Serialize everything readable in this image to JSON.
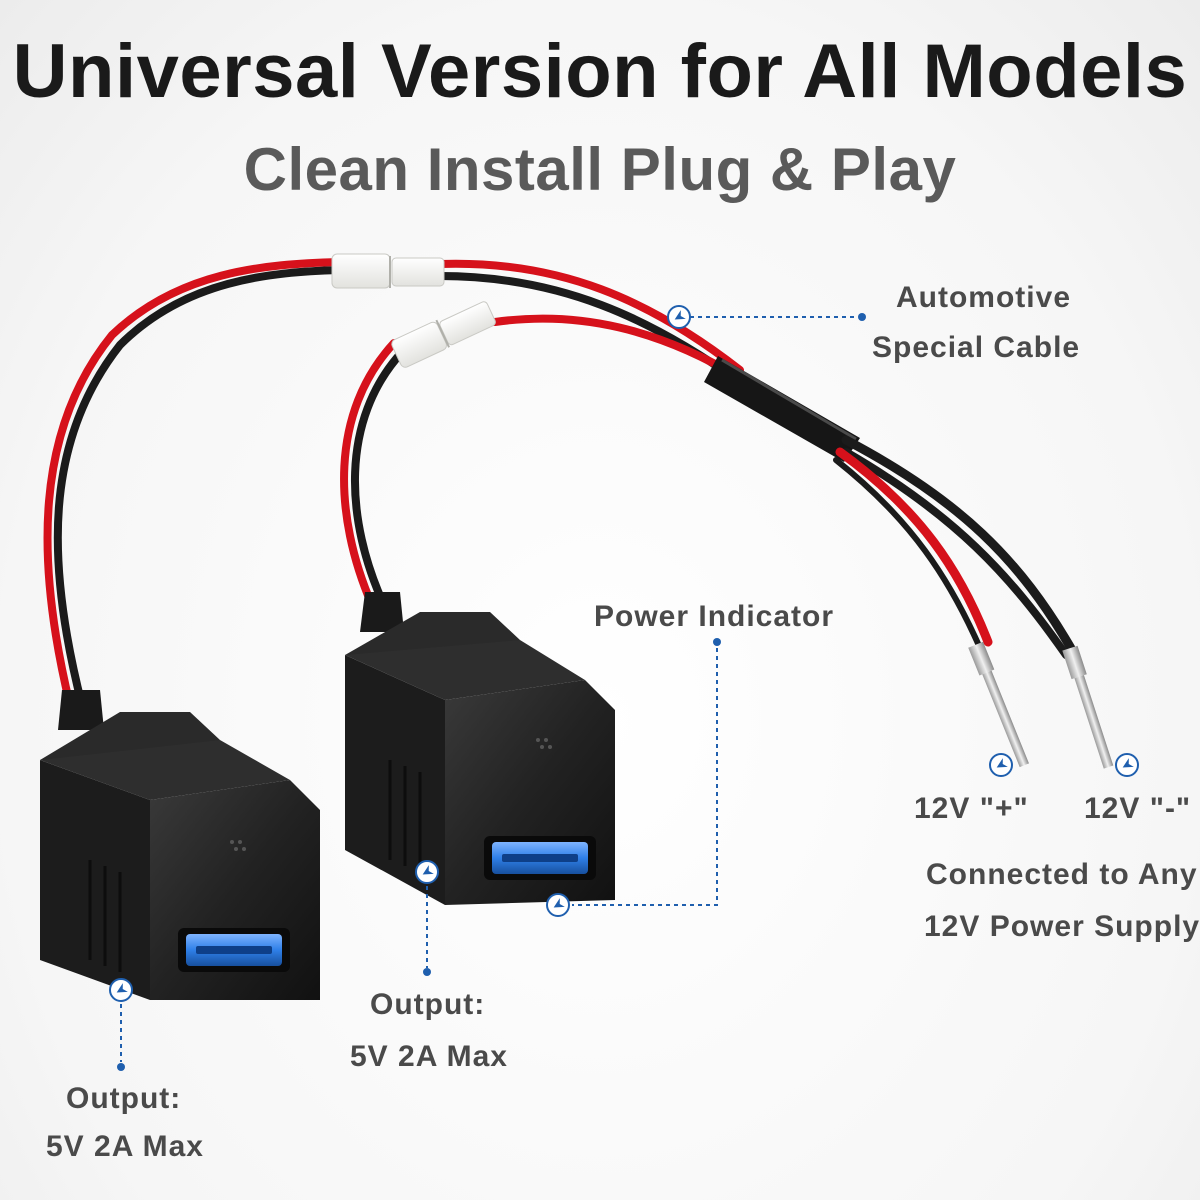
{
  "header": {
    "title": "Universal Version for All Models",
    "subtitle": "Clean Install Plug & Play"
  },
  "callouts": {
    "cable": {
      "line1": "Automotive",
      "line2": "Special Cable"
    },
    "indicator": {
      "text": "Power Indicator"
    },
    "output_right": {
      "line1": "Output:",
      "line2": "5V 2A Max"
    },
    "output_left": {
      "line1": "Output:",
      "line2": "5V 2A Max"
    },
    "positive": {
      "text": "12V \"+\""
    },
    "negative": {
      "text": "12V \"-\""
    },
    "supply": {
      "line1": "Connected to Any",
      "line2": "12V Power Supply"
    }
  },
  "colors": {
    "accent_blue": "#1f5fae",
    "wire_red": "#d6111b",
    "wire_black": "#1b1b1b",
    "usb_glow": "#2f7fe8"
  }
}
